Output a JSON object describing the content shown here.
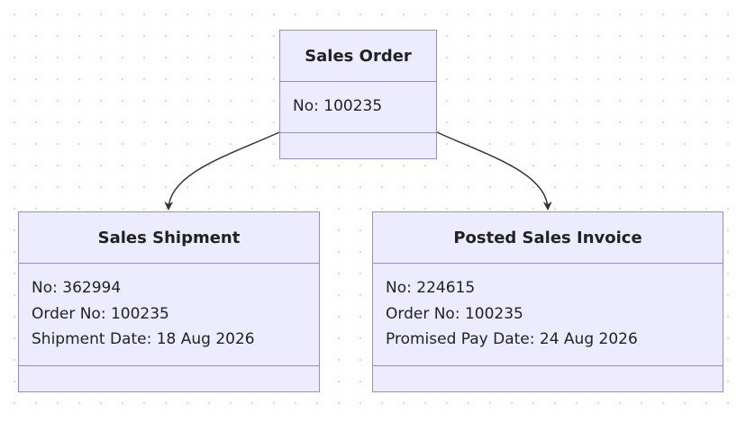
{
  "diagram": {
    "colors": {
      "node_fill": "#ececfe",
      "node_border": "#9a8ad0",
      "edge": "#333333"
    },
    "classes": [
      {
        "title": "Sales Order",
        "attributes": [
          "No: 100235"
        ]
      },
      {
        "title": "Sales Shipment",
        "attributes": [
          "No: 362994",
          "Order No: 100235",
          "Shipment Date: 18 Aug 2026"
        ]
      },
      {
        "title": "Posted Sales Invoice",
        "attributes": [
          "No: 224615",
          "Order No: 100235",
          "Promised Pay Date: 24 Aug 2026"
        ]
      }
    ],
    "edges": [
      {
        "from": "Sales Order",
        "to": "Sales Shipment"
      },
      {
        "from": "Sales Order",
        "to": "Posted Sales Invoice"
      }
    ]
  }
}
